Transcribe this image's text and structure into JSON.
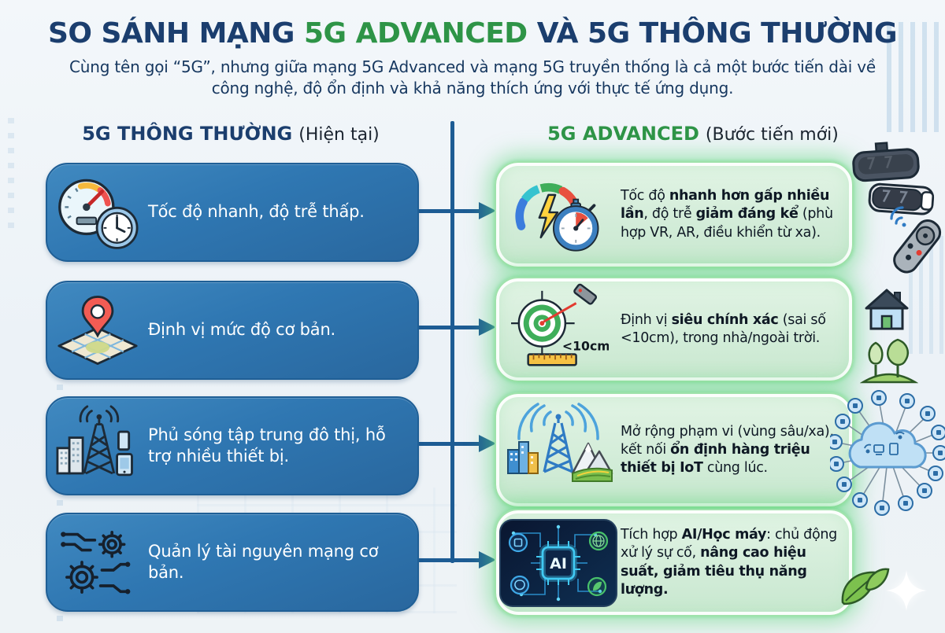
{
  "title": {
    "part1": "SO SÁNH MẠNG ",
    "part2": "5G ADVANCED",
    "part3": " VÀ 5G THÔNG THƯỜNG"
  },
  "subtitle": "Cùng tên gọi “5G”, nhưng giữa mạng 5G Advanced và mạng 5G truyền thống là cả một bước tiến dài về công nghệ, độ ổn định và khả năng thích ứng với thực tế ứng dụng.",
  "columns": {
    "left": {
      "name": "5G THÔNG THƯỜNG",
      "tag": "(Hiện tại)"
    },
    "right": {
      "name": "5G ADVANCED",
      "tag": "(Bước tiến mới)"
    }
  },
  "rows": [
    {
      "left": {
        "icon": "speedometer-clock-icon",
        "text": "Tốc độ nhanh, độ trễ thấp."
      },
      "right": {
        "icon": "gauge-lightning-stopwatch-icon",
        "segments": [
          {
            "t": "Tốc độ ",
            "b": false
          },
          {
            "t": "nhanh hơn gấp nhiều lần",
            "b": true
          },
          {
            "t": ", độ trễ ",
            "b": false
          },
          {
            "t": "giảm đáng kể",
            "b": true
          },
          {
            "t": " (phù hợp VR, AR, điều khiển từ xa).",
            "b": false
          }
        ]
      }
    },
    {
      "left": {
        "icon": "map-pin-icon",
        "text": "Định vị mức độ cơ bản."
      },
      "right": {
        "icon": "target-laser-icon",
        "icon_label": "<10cm",
        "segments": [
          {
            "t": "Định vị ",
            "b": false
          },
          {
            "t": "siêu chính xác",
            "b": true
          },
          {
            "t": " (sai số <10cm), trong nhà/ngoài trời.",
            "b": false
          }
        ]
      }
    },
    {
      "left": {
        "icon": "tower-city-icon",
        "text": "Phủ sóng tập trung đô thị, hỗ trợ nhiều thiết bị."
      },
      "right": {
        "icon": "coverage-tower-icon",
        "segments": [
          {
            "t": "Mở rộng phạm vi (vùng sâu/xa), kết nối ",
            "b": false
          },
          {
            "t": "ổn định hàng triệu thiết bị IoT",
            "b": true
          },
          {
            "t": " cùng lúc.",
            "b": false
          }
        ]
      }
    },
    {
      "left": {
        "icon": "gears-circuit-icon",
        "text": "Quản lý tài nguyên mạng cơ bản."
      },
      "right": {
        "icon": "ai-chip-icon",
        "icon_label": "AI",
        "segments": [
          {
            "t": "Tích hợp ",
            "b": false
          },
          {
            "t": "AI/Học máy",
            "b": true
          },
          {
            "t": ": chủ động xử lý sự cố, ",
            "b": false
          },
          {
            "t": "nâng cao hiệu suất, giảm tiêu thụ năng lượng.",
            "b": true
          }
        ]
      }
    }
  ],
  "colors": {
    "title_navy": "#1b3e6e",
    "title_green": "#2e9447",
    "left_box_blue": "#2f77b2",
    "arrow_blue": "#1d5c94",
    "green_box_bg": "#d2ecd8",
    "green_glow": "#60d77d",
    "dark_text": "#0e1824"
  }
}
